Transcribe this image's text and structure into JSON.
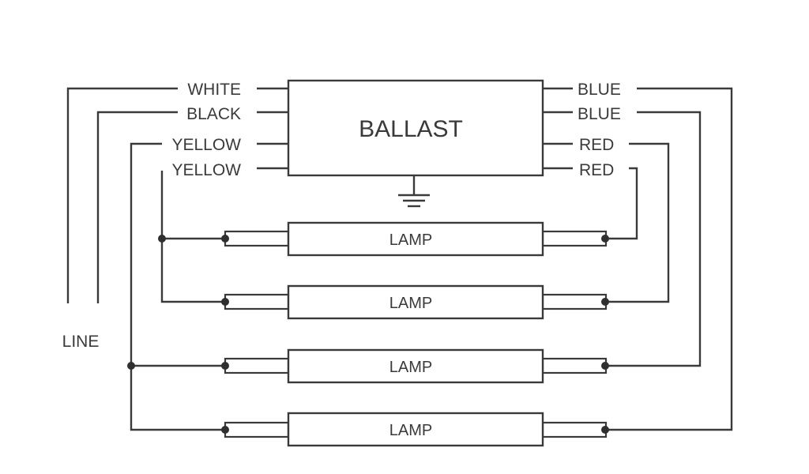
{
  "ballast": {
    "label": "BALLAST"
  },
  "left_wires": [
    {
      "color_label": "WHITE"
    },
    {
      "color_label": "BLACK"
    },
    {
      "color_label": "YELLOW"
    },
    {
      "color_label": "YELLOW"
    }
  ],
  "right_wires": [
    {
      "color_label": "BLUE"
    },
    {
      "color_label": "BLUE"
    },
    {
      "color_label": "RED"
    },
    {
      "color_label": "RED"
    }
  ],
  "line_label": "LINE",
  "lamps": [
    {
      "label": "LAMP"
    },
    {
      "label": "LAMP"
    },
    {
      "label": "LAMP"
    },
    {
      "label": "LAMP"
    }
  ],
  "ground_symbol": "ground-icon"
}
